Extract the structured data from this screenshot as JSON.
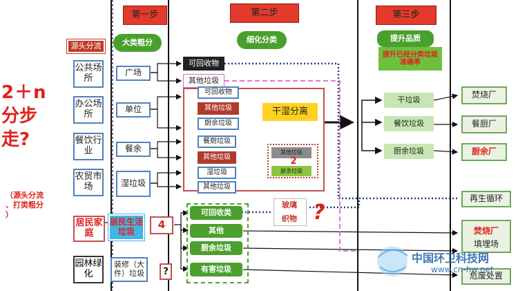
{
  "steps": [
    "第一步",
    "第二步",
    "第三步"
  ],
  "side": {
    "big_title_lines": [
      "2＋n",
      "分步",
      "走?"
    ],
    "sub_lines": [
      "（源头分流",
      "、打类粗分",
      "）"
    ]
  },
  "col1": {
    "header": "源头分流",
    "items": [
      "公共场所",
      "办公场所",
      "餐饮行业",
      "农贸市场",
      "居民家庭",
      "园林绿化"
    ]
  },
  "col2": {
    "header": "大类粗分",
    "items": [
      "广场",
      "单位",
      "餐余",
      "湿垃圾",
      "居民生活垃圾",
      "4",
      "装修（大件）垃圾",
      "?"
    ]
  },
  "col3": {
    "top_items": [
      "可回收物",
      "其他垃圾"
    ],
    "inner_items": [
      "可回收物",
      "其他垃圾",
      "厨余垃圾",
      "餐厨垃圾",
      "其他垃圾",
      "湿垃圾",
      "其他垃圾"
    ],
    "header": "细化分类",
    "separation": "干湿分离",
    "sub_items": [
      "其他垃圾",
      "厨余垃圾"
    ],
    "sub_mark": "2",
    "green_items": [
      "可回收类",
      "其他",
      "厨余垃圾",
      "有害垃圾"
    ],
    "glass": [
      "玻璃",
      "织物"
    ],
    "glass_mark": "?"
  },
  "col4": {
    "header": "提升品质",
    "note": "提升已经分类垃圾准确率",
    "items": [
      "干垃圾",
      "餐饮垃圾",
      "厨余垃圾"
    ]
  },
  "col5": {
    "items": [
      "焚烧厂",
      "餐厨厂",
      "厨余厂",
      "再生循环",
      "焚烧厂",
      "填埋场",
      "危废处置"
    ]
  },
  "watermark": {
    "name": "中国环卫科技网",
    "url": "www.cn-hw.net"
  },
  "colors": {
    "ribbon": "#e33a2c",
    "green": "#4aa02c",
    "blue_border": "#4f81bd",
    "red_border": "#c0504d",
    "dot_blue": "#1f3c88",
    "dash_pink": "#d86bc7"
  }
}
